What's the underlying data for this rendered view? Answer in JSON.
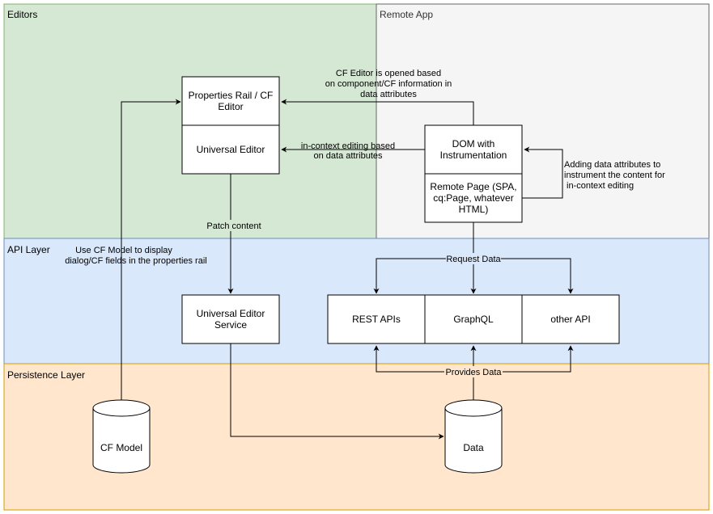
{
  "lanes": {
    "editors": "Editors",
    "remote_app": "Remote App",
    "api_layer": "API Layer",
    "persistence": "Persistence Layer"
  },
  "nodes": {
    "properties_rail": [
      "Properties Rail / CF",
      "Editor"
    ],
    "universal_editor": [
      "Universal Editor"
    ],
    "dom_instr": [
      "DOM with",
      "Instrumentation"
    ],
    "remote_page": [
      "Remote Page (SPA,",
      "cq:Page, whatever",
      "HTML)"
    ],
    "ue_service": [
      "Universal Editor",
      "Service"
    ],
    "rest_apis": [
      "REST APIs"
    ],
    "graphql": [
      "GraphQL"
    ],
    "other_api": [
      "other API"
    ],
    "cf_model": [
      "CF Model"
    ],
    "data": [
      "Data"
    ]
  },
  "edge_labels": {
    "cf_editor_opened": [
      "CF Editor is opened based",
      "on component/CF information in",
      "data attributes"
    ],
    "in_context": [
      "in-context editing based",
      "on data attributes"
    ],
    "adding_attrs": [
      "Adding data attributes to",
      "instrument the content for",
      "in-context editing"
    ],
    "patch_content": [
      "Patch content"
    ],
    "use_cf_model": [
      "Use CF Model to display",
      "dialog/CF fields in the properties rail"
    ],
    "request_data": [
      "Request Data"
    ],
    "provides_data": [
      "Provides Data"
    ]
  },
  "colors": {
    "editors_fill": "#d5e8d4",
    "editors_stroke": "#82b366",
    "remote_fill": "#f5f5f5",
    "remote_stroke": "#666666",
    "api_fill": "#dae8fc",
    "api_stroke": "#6c8ebf",
    "persist_fill": "#ffe6cc",
    "persist_stroke": "#d79b00",
    "line": "#000000"
  }
}
